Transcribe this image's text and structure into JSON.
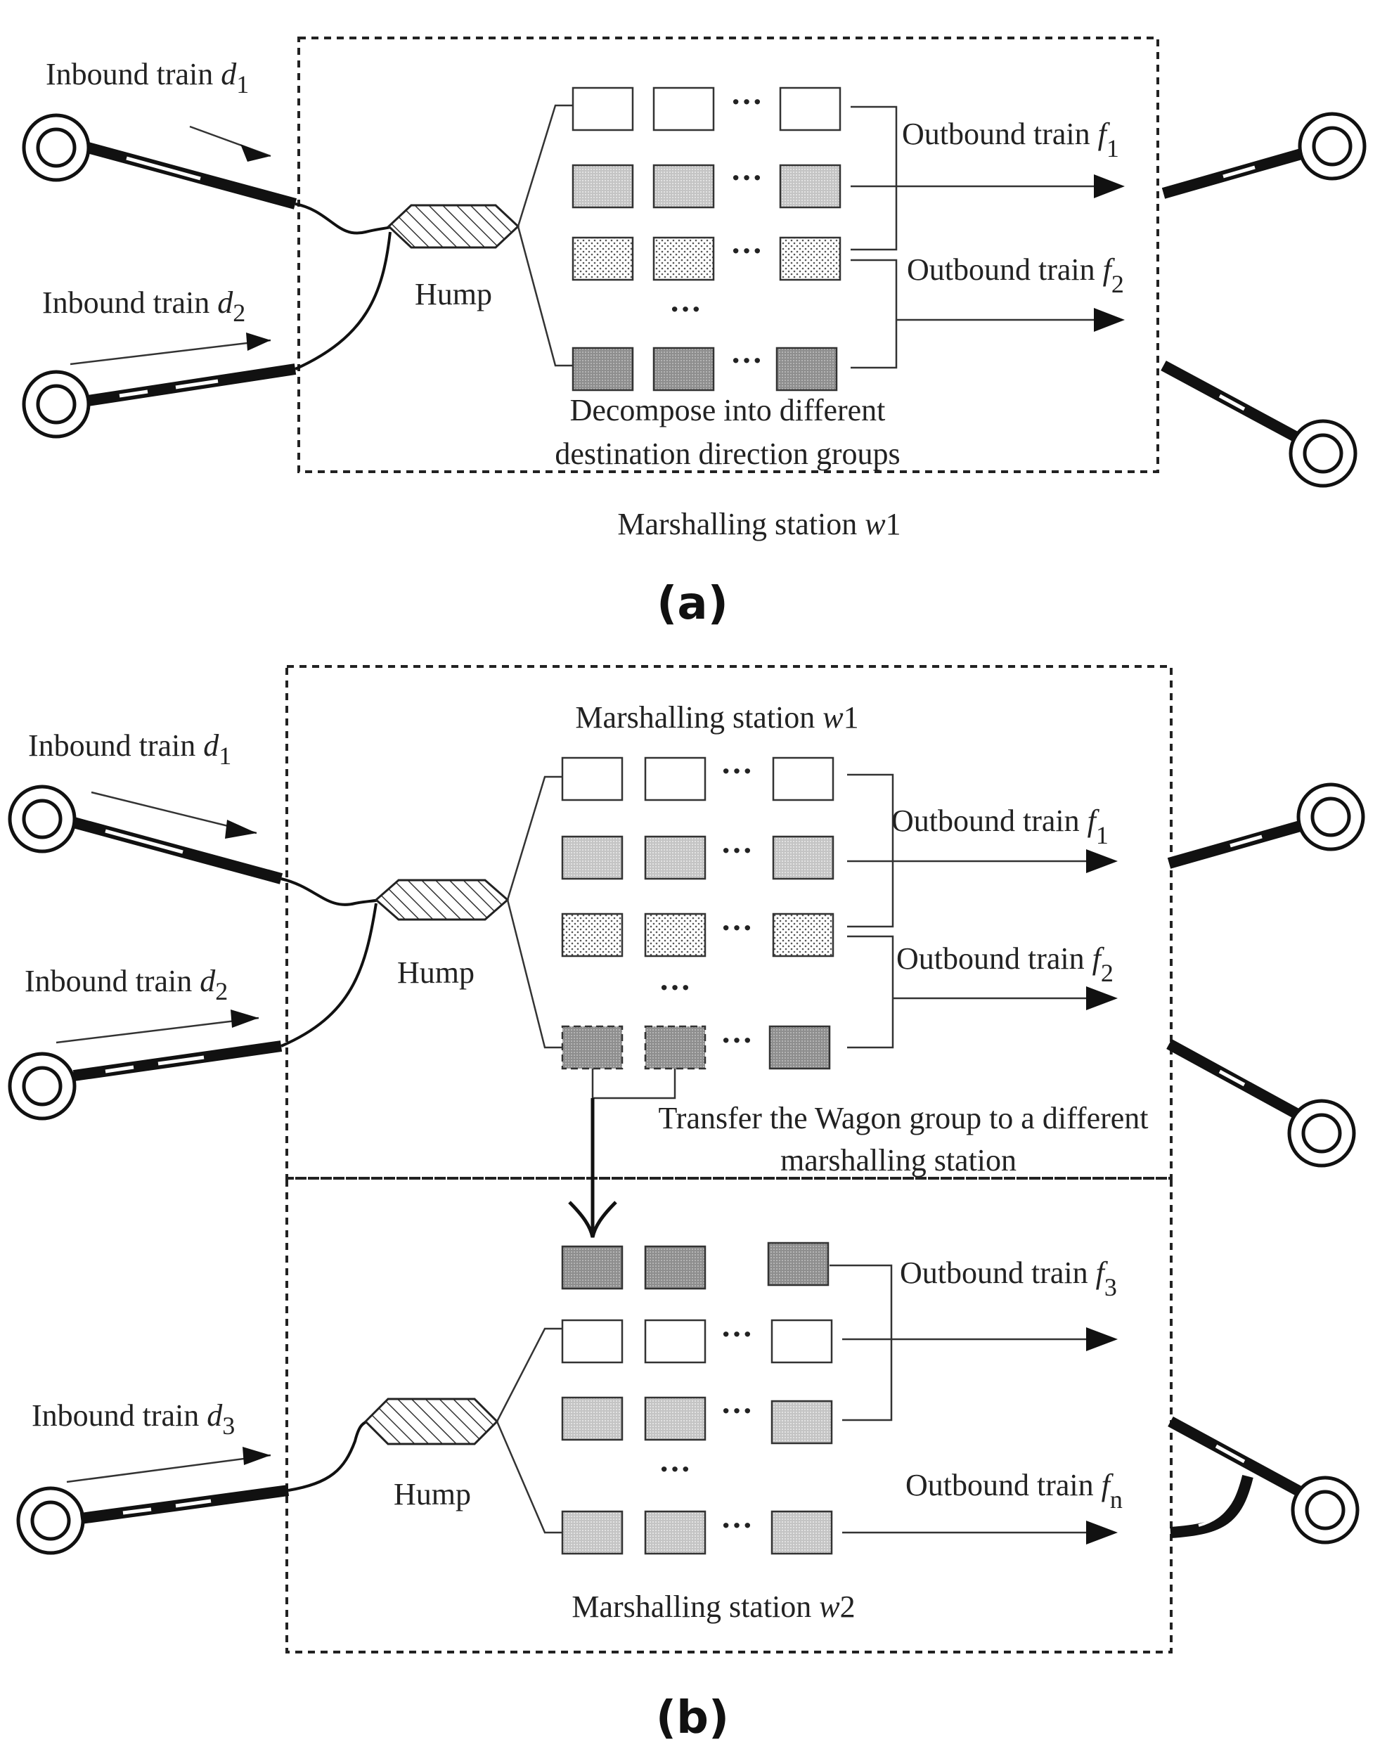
{
  "panel_a": {
    "inbound_1": {
      "text": "Inbound train ",
      "var": "d",
      "sub": "1"
    },
    "inbound_2": {
      "text": "Inbound train ",
      "var": "d",
      "sub": "2"
    },
    "hump": "Hump",
    "outbound_1": {
      "text": "Outbound train ",
      "var": "f",
      "sub": "1"
    },
    "outbound_2": {
      "text": "Outbound train ",
      "var": "f",
      "sub": "2"
    },
    "decompose_line1": "Decompose into different",
    "decompose_line2": "destination direction groups",
    "station": {
      "text": "Marshalling station ",
      "var": "w",
      "num": "1"
    },
    "caption": "(a)"
  },
  "panel_b": {
    "station_w1": {
      "text": "Marshalling station  ",
      "var": "w",
      "num": "1"
    },
    "inbound_1": {
      "text": "Inbound train ",
      "var": "d",
      "sub": "1"
    },
    "inbound_2": {
      "text": "Inbound train ",
      "var": "d",
      "sub": "2"
    },
    "inbound_3": {
      "text": "Inbound train ",
      "var": "d",
      "sub": "3"
    },
    "hump_1": "Hump",
    "hump_2": "Hump",
    "outbound_1": {
      "text": "Outbound train ",
      "var": "f",
      "sub": "1"
    },
    "outbound_2": {
      "text": "Outbound train ",
      "var": "f",
      "sub": "2"
    },
    "outbound_3": {
      "text": "Outbound train ",
      "var": "f",
      "sub": "3"
    },
    "outbound_n": {
      "text": "Outbound train ",
      "var": "f",
      "sub": "n"
    },
    "transfer_line1": "Transfer the Wagon group to a different",
    "transfer_line2": "marshalling station",
    "station_w2": {
      "text": "Marshalling station  ",
      "var": "w",
      "num": "2"
    },
    "caption": "(b)"
  },
  "ellipsis": "···",
  "colors": {
    "line": "#222222",
    "white_wagon": "#ffffff",
    "gray_wagon": "#c8c8c8",
    "dotted_wagon": "#eeeeee",
    "dark_wagon": "#9a9a9a"
  }
}
